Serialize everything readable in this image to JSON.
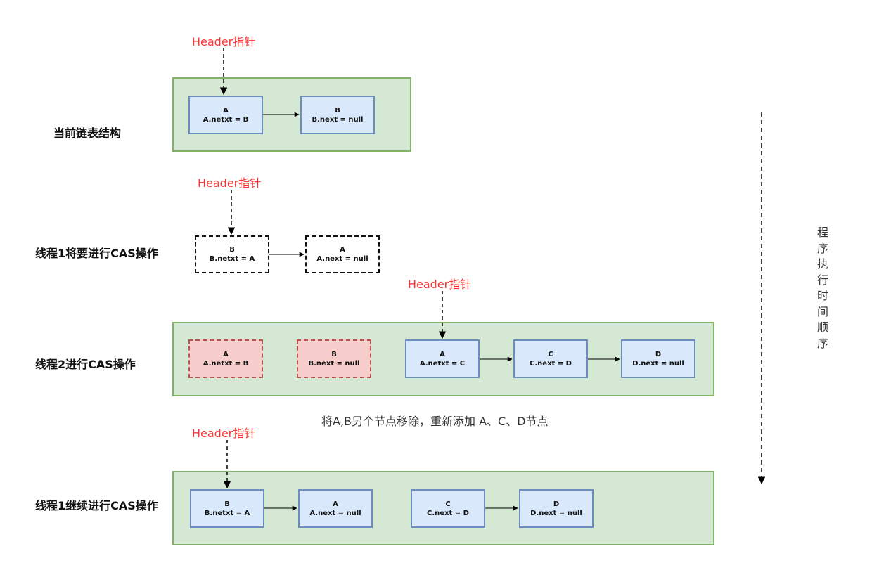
{
  "header_pointer_label": "Header指针",
  "rows": [
    {
      "label": "当前链表结构",
      "nodes": [
        {
          "name": "A",
          "value": "A.netxt = B"
        },
        {
          "name": "B",
          "value": "B.next = null"
        }
      ]
    },
    {
      "label": "线程1将要进行CAS操作",
      "nodes": [
        {
          "name": "B",
          "value": "B.netxt = A"
        },
        {
          "name": "A",
          "value": "A.next = null"
        }
      ]
    },
    {
      "label": "线程2进行CAS操作",
      "removed_nodes": [
        {
          "name": "A",
          "value": "A.netxt = B"
        },
        {
          "name": "B",
          "value": "B.next = null"
        }
      ],
      "nodes": [
        {
          "name": "A",
          "value": "A.netxt = C"
        },
        {
          "name": "C",
          "value": "C.next = D"
        },
        {
          "name": "D",
          "value": "D.next = null"
        }
      ]
    },
    {
      "label": "线程1继续进行CAS操作",
      "nodes": [
        {
          "name": "B",
          "value": "B.netxt = A"
        },
        {
          "name": "A",
          "value": "A.next = null"
        },
        {
          "name": "C",
          "value": "C.next = D"
        },
        {
          "name": "D",
          "value": "D.next = null"
        }
      ]
    }
  ],
  "caption": "将A,B另个节点移除，重新添加 A、C、D节点",
  "time_axis_label": [
    "程",
    "序",
    "执",
    "行",
    "时",
    "间",
    "顺",
    "序"
  ],
  "colors": {
    "panel_fill": "#d5e8d4",
    "panel_border": "#82b366",
    "node_fill": "#dae8fc",
    "node_border": "#6c8ebf",
    "removed_fill": "#f8cecc",
    "removed_border": "#b85450",
    "pointer_text": "#ff3333"
  }
}
